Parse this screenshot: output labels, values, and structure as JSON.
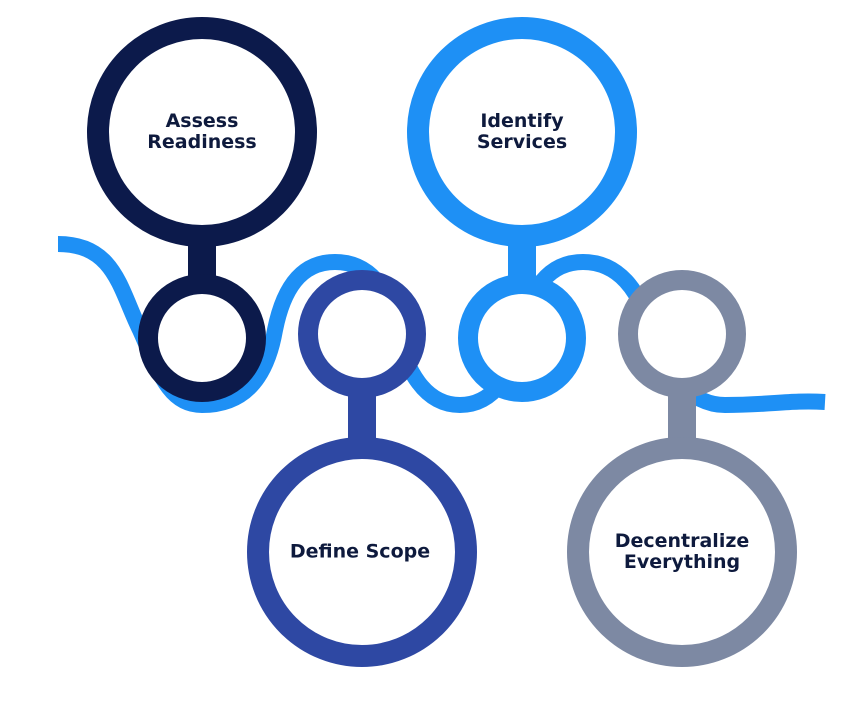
{
  "colors": {
    "wave": "#1e90f5",
    "step_1": "#0c1a4b",
    "step_2": "#1e90f5",
    "step_3": "#2e48a3",
    "step_4": "#7d89a3",
    "text": "#0e1a3d"
  },
  "steps": [
    {
      "label": "Assess\nReadiness",
      "color_key": "step_1"
    },
    {
      "label": "Identify\nServices",
      "color_key": "step_2"
    },
    {
      "label": "Define Scope",
      "color_key": "step_3"
    },
    {
      "label": "Decentralize\nEverything",
      "color_key": "step_4"
    }
  ]
}
